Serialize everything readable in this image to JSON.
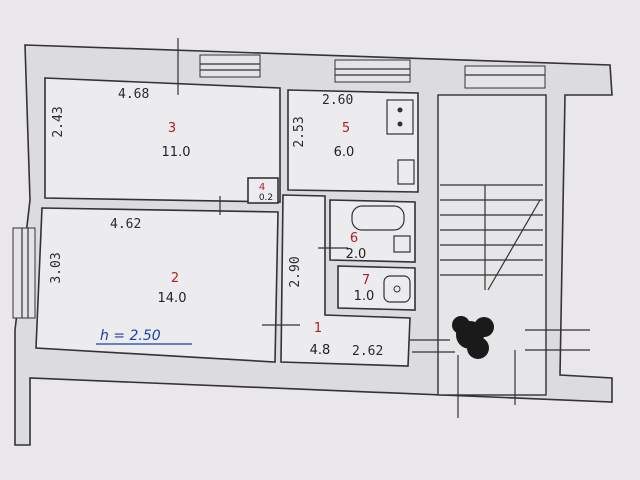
{
  "rooms": [
    {
      "number": "3",
      "area": "11.0",
      "top_dim": "4.68",
      "side_dim": "2.43"
    },
    {
      "number": "2",
      "area": "14.0",
      "top_dim": "4.62",
      "side_dim": "3.03"
    },
    {
      "number": "5",
      "area": "6.0",
      "top_dim": "2.60",
      "side_dim": "2.53"
    },
    {
      "number": "6",
      "area": "2.0"
    },
    {
      "number": "7",
      "area": "1.0"
    },
    {
      "number": "1",
      "area": "4.8",
      "bottom_dim": "2.62",
      "side_dim": "2.90"
    },
    {
      "number": "4",
      "area": "0.2"
    }
  ],
  "ceiling_height": "h = 2.50",
  "colors": {
    "numbers": "#b02020",
    "note": "#1a3fa8",
    "lines": "#333333"
  }
}
